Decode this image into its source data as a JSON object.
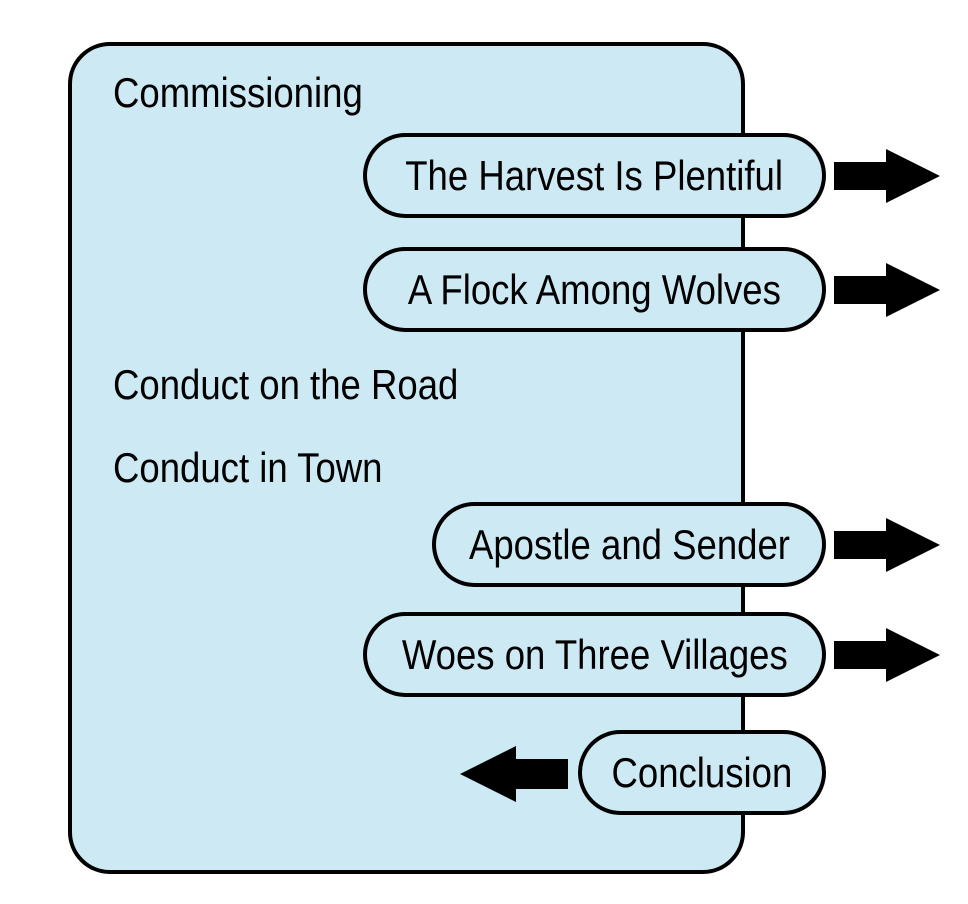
{
  "diagram": {
    "background_color": "#ffffff",
    "panel": {
      "fill": "#cde9f4",
      "stroke": "#000000"
    },
    "arrow_color": "#000000",
    "section_labels": [
      {
        "label": "Commissioning"
      },
      {
        "label": "Conduct on the Road"
      },
      {
        "label": "Conduct in Town"
      }
    ],
    "nodes": [
      {
        "label": "The Harvest Is Plentiful",
        "arrow": "right"
      },
      {
        "label": "A Flock Among Wolves",
        "arrow": "right"
      },
      {
        "label": "Apostle and Sender",
        "arrow": "right"
      },
      {
        "label": "Woes on Three Villages",
        "arrow": "right"
      },
      {
        "label": "Conclusion",
        "arrow": "left"
      }
    ]
  }
}
